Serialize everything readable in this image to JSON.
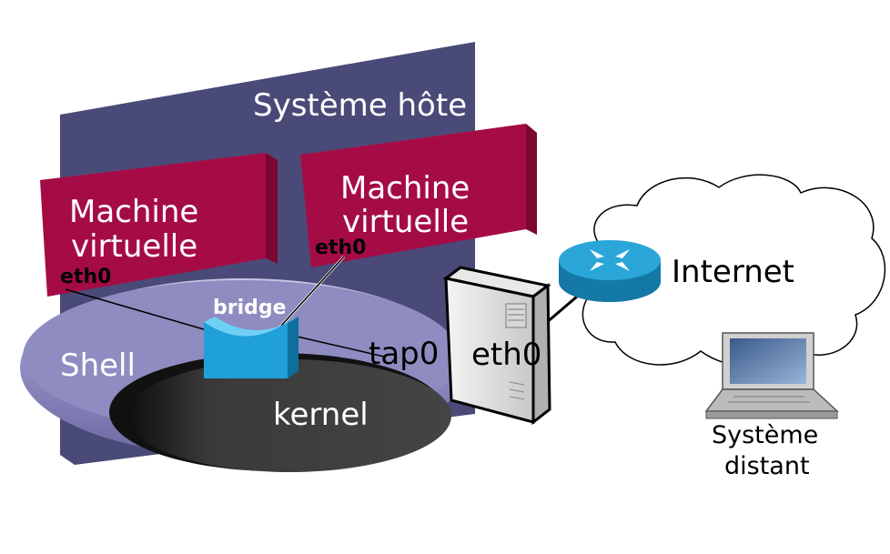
{
  "host": {
    "label": "Système hôte"
  },
  "vm1": {
    "label_line1": "Machine",
    "label_line2": "virtuelle",
    "iface": "eth0"
  },
  "vm2": {
    "label_line1": "Machine",
    "label_line2": "virtuelle",
    "iface": "eth0"
  },
  "shell": {
    "label": "Shell"
  },
  "kernel": {
    "label": "kernel"
  },
  "bridge": {
    "label": "bridge"
  },
  "tap": {
    "label": "tap0"
  },
  "server": {
    "iface": "eth0"
  },
  "internet": {
    "label": "Internet"
  },
  "remote": {
    "label_line1": "Système",
    "label_line2": "distant"
  },
  "colors": {
    "host": "#4a4a78",
    "vm": "#a50c46",
    "shell": "#8e8cc0",
    "kernel": "#3a3a3a",
    "bridge": "#1fa0d8",
    "router": "#1f8fbf"
  }
}
